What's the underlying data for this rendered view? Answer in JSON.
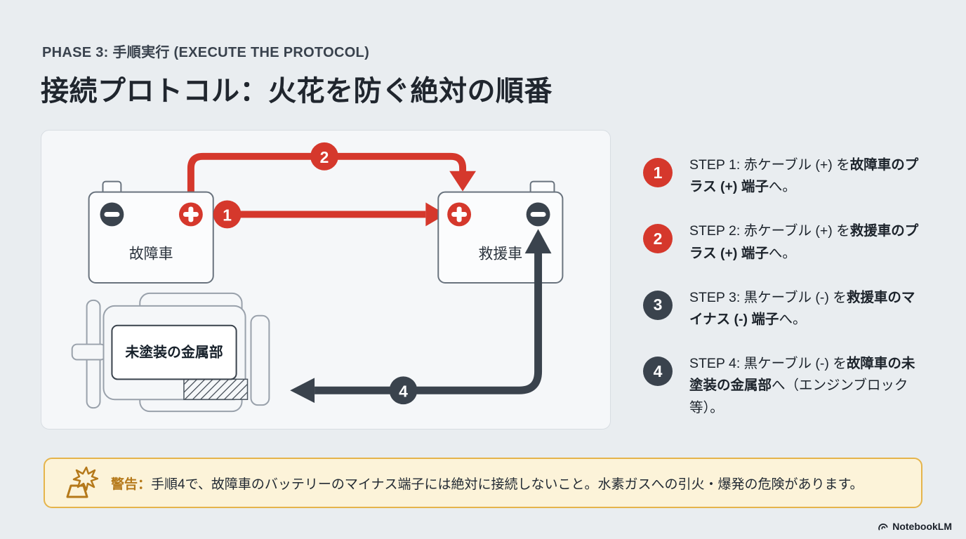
{
  "page": {
    "eyebrow": "PHASE 3: 手順実行 (EXECUTE THE PROTOCOL)",
    "title": "接続プロトコル：火花を防ぐ絶対の順番"
  },
  "diagram": {
    "broken_car": "故障車",
    "rescue_car": "救援車",
    "engine_label": "未塗装の金属部",
    "badges": {
      "step1": "1",
      "step2": "2",
      "step4": "4"
    },
    "terminals": {
      "plus": "+",
      "minus": "−"
    }
  },
  "steps": [
    {
      "num": "1",
      "pre": "STEP 1: 赤ケーブル (+) を",
      "bold": "故障車のプラス (+) 端子",
      "post": "へ。"
    },
    {
      "num": "2",
      "pre": "STEP 2: 赤ケーブル (+) を",
      "bold": "救援車のプラス (+) 端子",
      "post": "へ。"
    },
    {
      "num": "3",
      "pre": "STEP 3: 黒ケーブル (-) を",
      "bold": "救援車のマイナス (-) 端子",
      "post": "へ。"
    },
    {
      "num": "4",
      "pre": "STEP 4: 黒ケーブル (-) を",
      "bold": "故障車の未塗装の金属部",
      "post": "へ（エンジンブロック等）。"
    }
  ],
  "warning": {
    "label": "警告：",
    "text": "手順4で、故障車のバッテリーのマイナス端子には絶対に接続しないこと。水素ガスへの引火・爆発の危険があります。"
  },
  "footer": {
    "brand": "NotebookLM"
  },
  "colors": {
    "cable_red": "#d5382c",
    "cable_black": "#3a434d",
    "warning_amber": "#b5791a",
    "warning_bg": "#fcf3d9",
    "panel_bg": "#f5f7f9",
    "page_bg": "#e9edf0"
  }
}
